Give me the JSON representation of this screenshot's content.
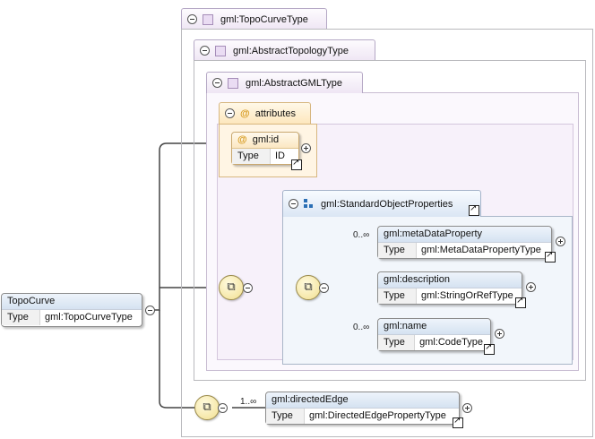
{
  "outer_type": {
    "title": "gml:TopoCurveType"
  },
  "abstract_topology": {
    "title": "gml:AbstractTopologyType"
  },
  "abstract_gml": {
    "title": "gml:AbstractGMLType"
  },
  "attributes_group": {
    "title": "attributes",
    "id_attribute": {
      "name": "gml:id",
      "type_key": "Type",
      "type_value": "ID"
    }
  },
  "standard_object_properties": {
    "title": "gml:StandardObjectProperties",
    "meta_data_property": {
      "name": "gml:metaDataProperty",
      "occurrence": "0..∞",
      "type_key": "Type",
      "type_value": "gml:MetaDataPropertyType"
    },
    "description": {
      "name": "gml:description",
      "type_key": "Type",
      "type_value": "gml:StringOrRefType"
    },
    "name": {
      "name": "gml:name",
      "occurrence": "0..∞",
      "type_key": "Type",
      "type_value": "gml:CodeType"
    }
  },
  "directed_edge": {
    "name": "gml:directedEdge",
    "occurrence": "1..∞",
    "type_key": "Type",
    "type_value": "gml:DirectedEdgePropertyType"
  },
  "root_element": {
    "name": "TopoCurve",
    "type_key": "Type",
    "type_value": "gml:TopoCurveType"
  },
  "icons": {
    "expand": "plus-circle-icon",
    "collapse": "minus-circle-icon",
    "reference": "arrow-link-icon",
    "sequence": "sequence-compositor-icon",
    "attribute": "at-sign-icon",
    "group": "model-group-icon",
    "complex_type": "complex-type-square-icon"
  }
}
